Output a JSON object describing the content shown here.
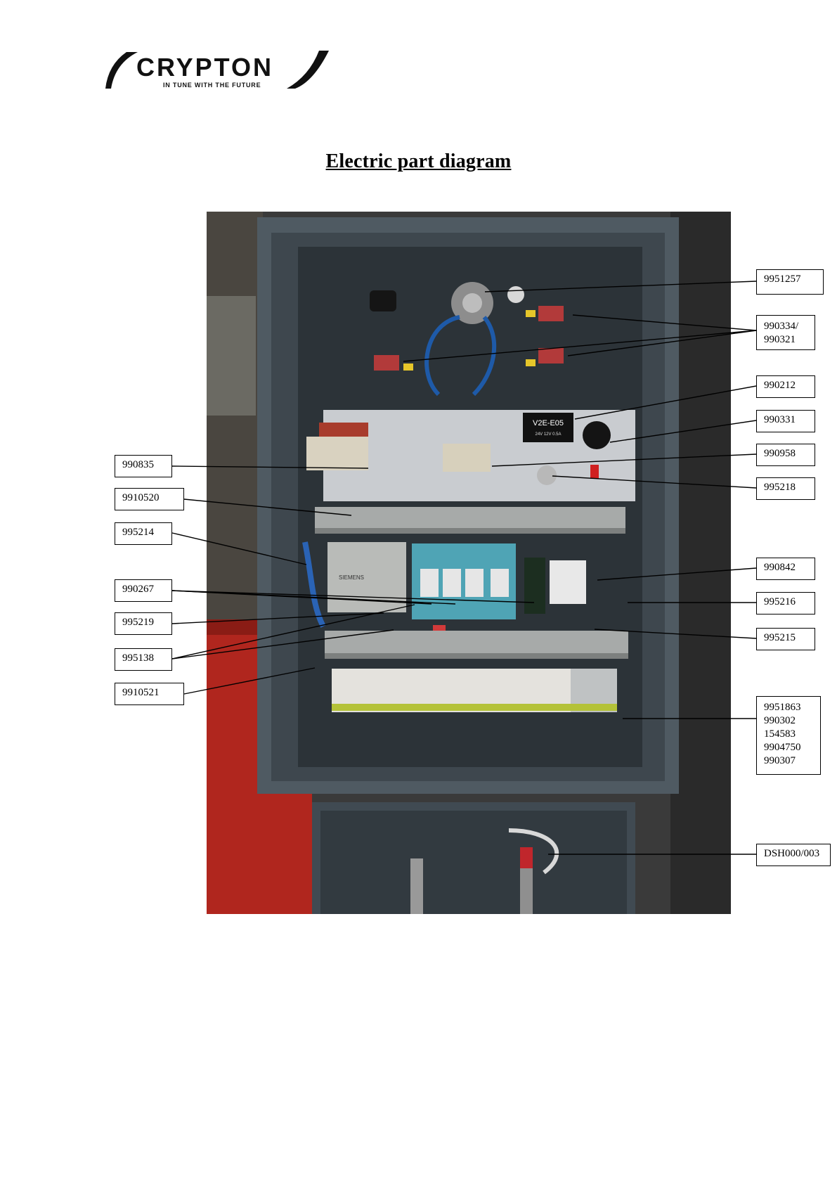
{
  "header": {
    "brand": "CRYPTON",
    "tagline": "IN TUNE WITH THE FUTURE"
  },
  "page_title": "Electric part diagram",
  "photo": {
    "relay_label": "V2E-E05",
    "relay_sub": "24V 12V 0.5A",
    "plc_label": "SIEMENS"
  },
  "callouts": {
    "c9951257": "9951257",
    "c990334": "990334/\n990321",
    "c990212": "990212",
    "c990331": "990331",
    "c990958": "990958",
    "c995218": "995218",
    "c990842": "990842",
    "c995216": "995216",
    "c995215": "995215",
    "c9951863": "9951863\n990302\n154583\n9904750\n990307",
    "cDSH": "DSH000/003",
    "c990835": "990835",
    "c9910520": "9910520",
    "c995214": "995214",
    "c990267": "990267",
    "c995219": "995219",
    "c995138": "995138",
    "c9910521": "9910521"
  }
}
